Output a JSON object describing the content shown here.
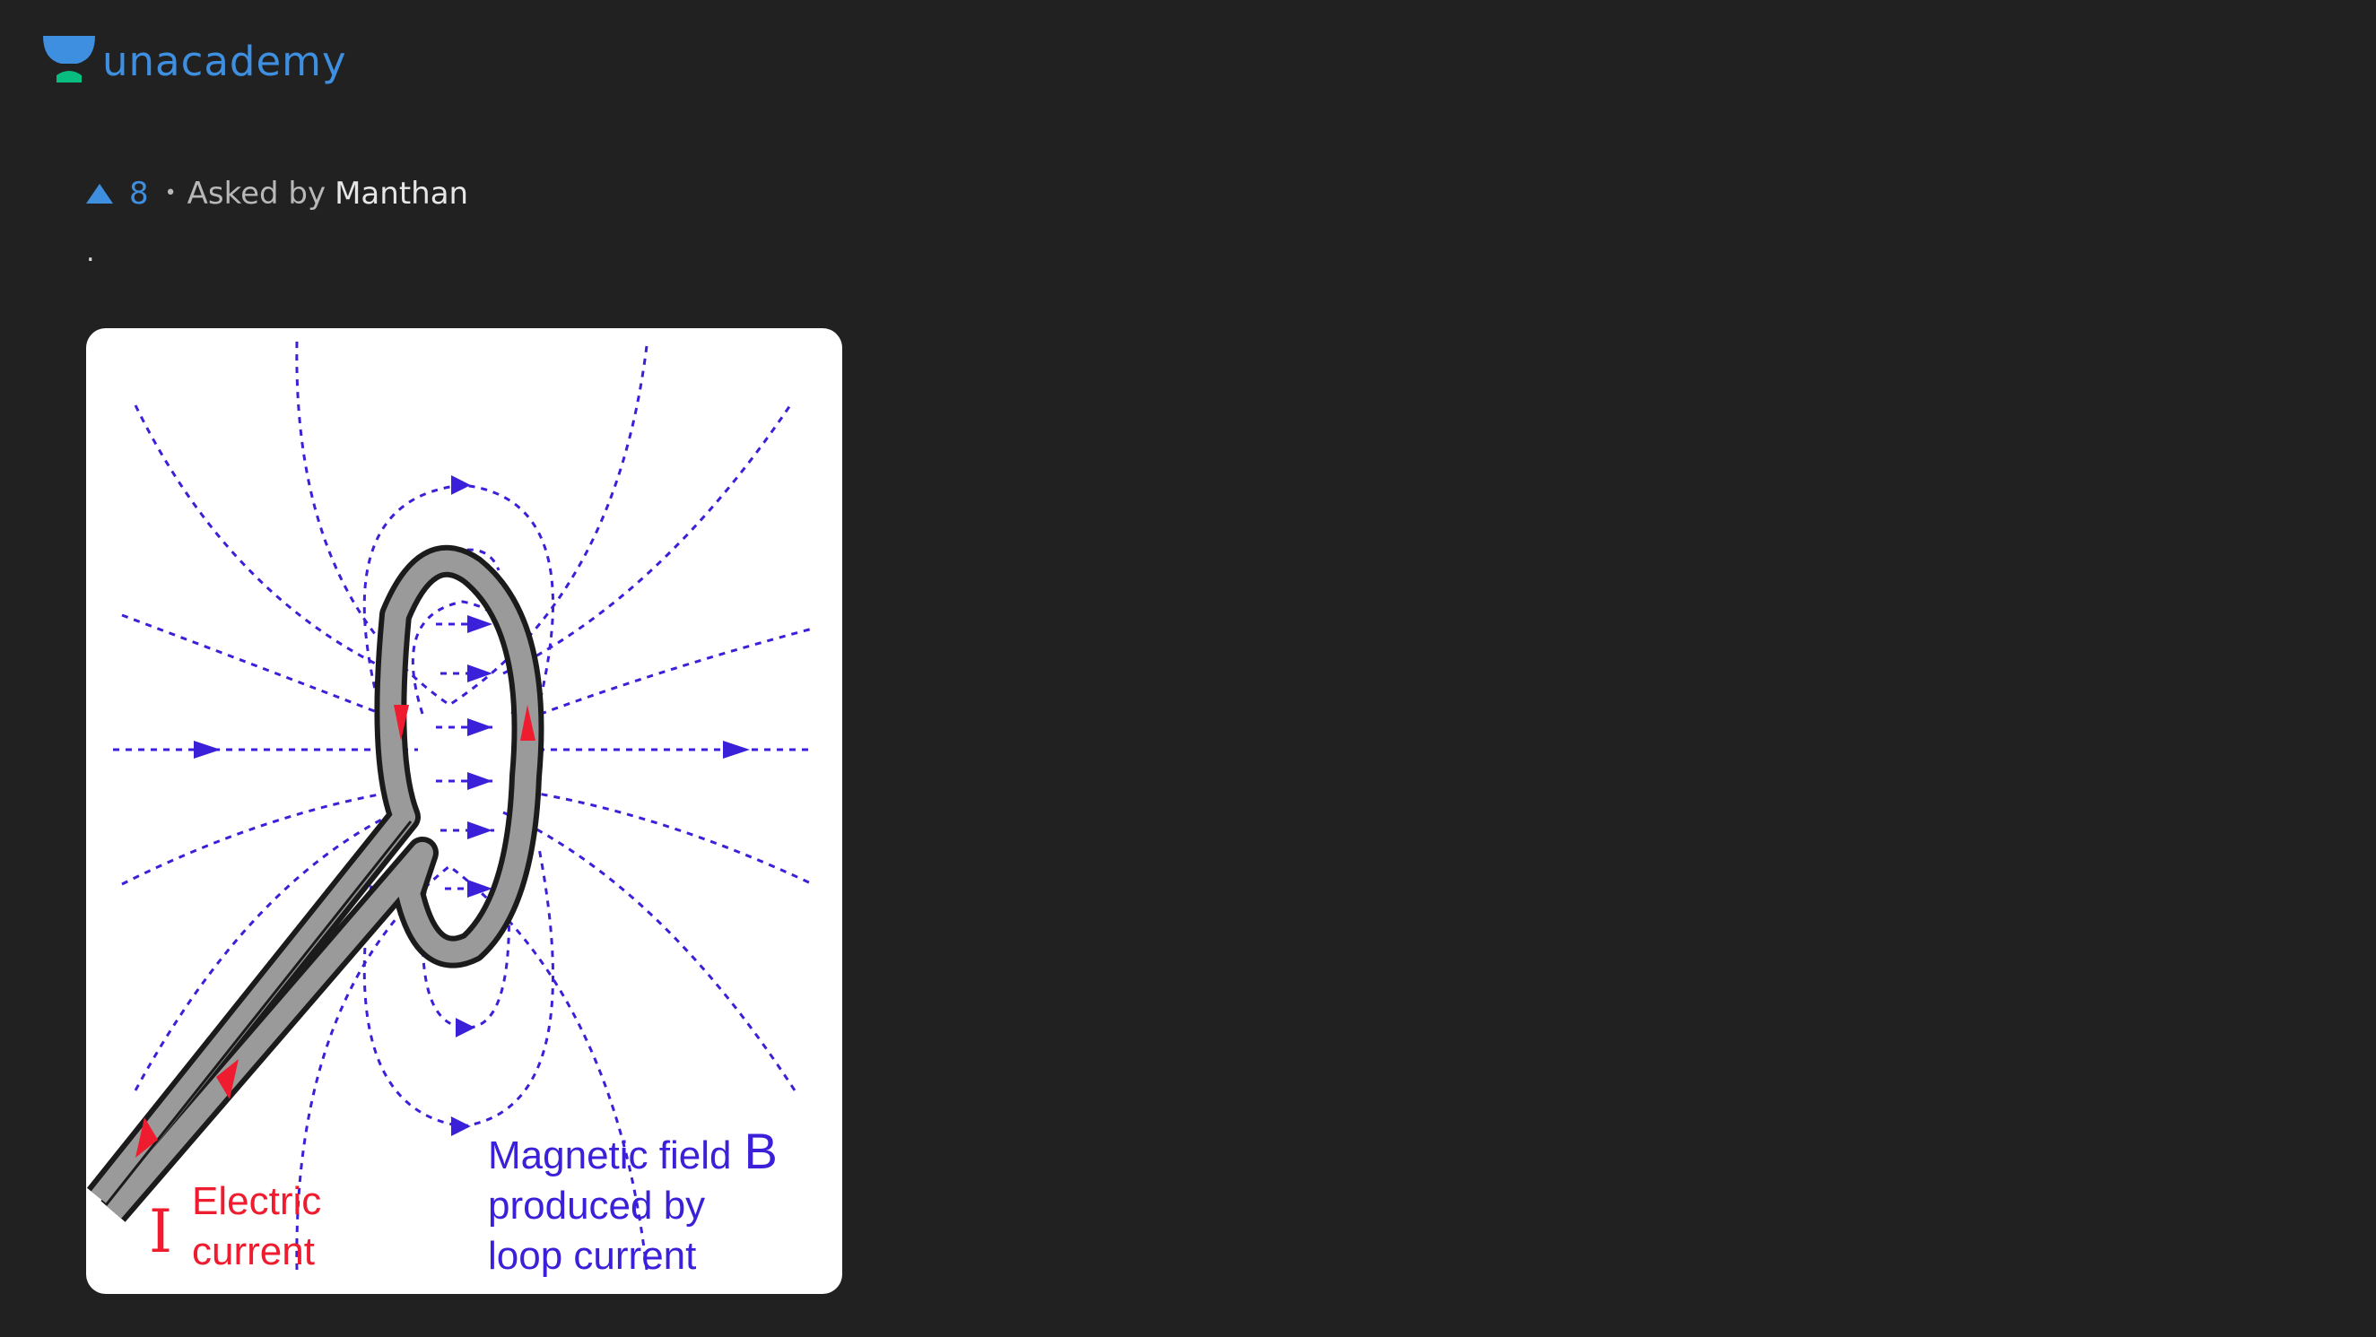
{
  "logo": {
    "text": "unacademy"
  },
  "question": {
    "upvotes": "8",
    "separator": "•",
    "asked_by_label": "Asked by",
    "asker_name": "Manthan",
    "body": "."
  },
  "figure": {
    "current_symbol": "I",
    "current_label_line1": "Electric",
    "current_label_line2": "current",
    "field_label_line1": "Magnetic field",
    "field_symbol": "B",
    "field_label_line2": "produced by",
    "field_label_line3": "loop current"
  },
  "colors": {
    "background": "#212121",
    "accent_blue": "#3e8fe0",
    "logo_green": "#08bd80",
    "field_lines": "#3a20d8",
    "current_red": "#ee1c2e"
  }
}
